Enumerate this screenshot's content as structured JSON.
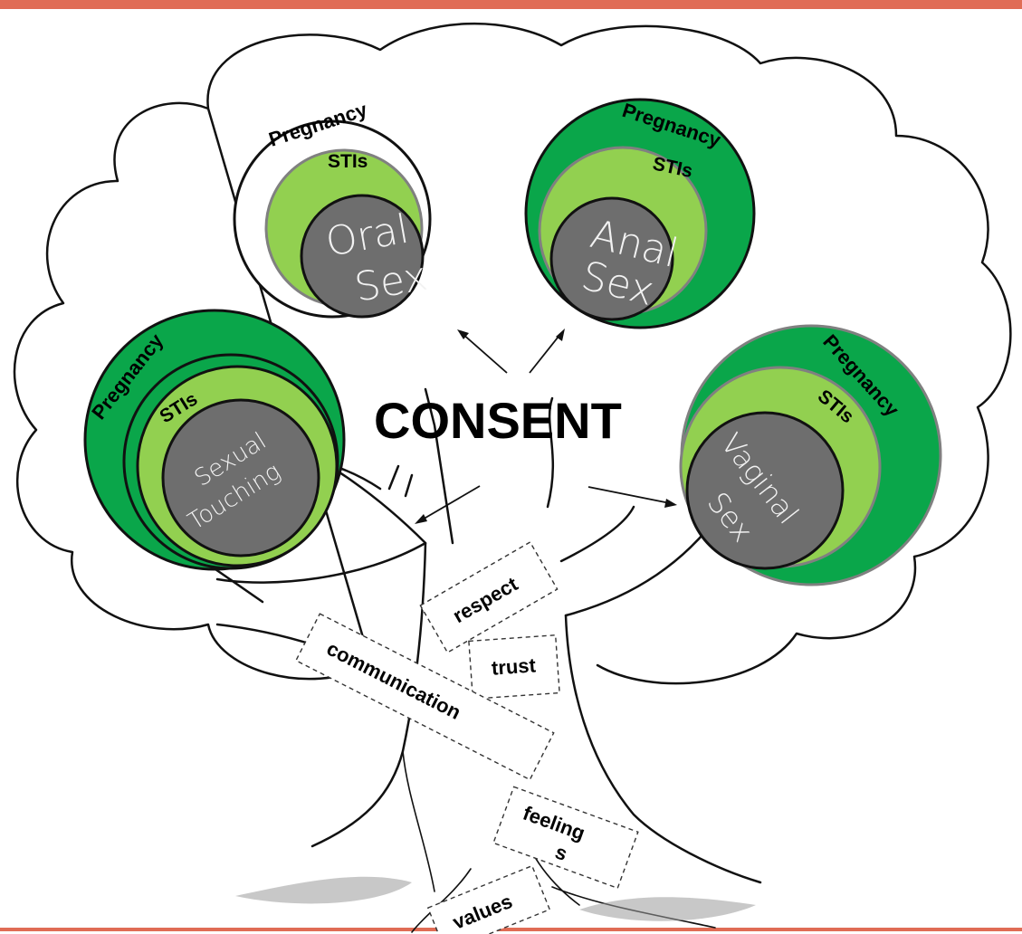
{
  "colors": {
    "accent_bar": "#e06c55",
    "dark_green": "#0aa64a",
    "light_green": "#92d050",
    "core_gray": "#6e6e6e",
    "ring_gray": "#808080"
  },
  "center_label": "CONSENT",
  "circles": [
    {
      "id": "oral",
      "outer": "Pregnancy",
      "middle": "STIs",
      "core_line1": "Oral",
      "core_line2": "Sex",
      "outer_filled": false
    },
    {
      "id": "anal",
      "outer": "Pregnancy",
      "middle": "STIs",
      "core_line1": "Anal",
      "core_line2": "Sex",
      "outer_filled": true
    },
    {
      "id": "touching",
      "outer": "Pregnancy",
      "middle": "STIs",
      "core_line1": "Sexual",
      "core_line2": "Touching",
      "outer_filled": true
    },
    {
      "id": "vaginal",
      "outer": "Pregnancy",
      "middle": "STIs",
      "core_line1": "Vaginal",
      "core_line2": "Sex",
      "outer_filled": true
    }
  ],
  "cards": [
    {
      "id": "respect",
      "text": "respect"
    },
    {
      "id": "trust",
      "text": "trust"
    },
    {
      "id": "communication",
      "text": "communication"
    },
    {
      "id": "feelings",
      "line1": "feeling",
      "line2": "s"
    },
    {
      "id": "values",
      "text": "values"
    }
  ],
  "icons": {
    "arrows": "arrow-icon"
  }
}
